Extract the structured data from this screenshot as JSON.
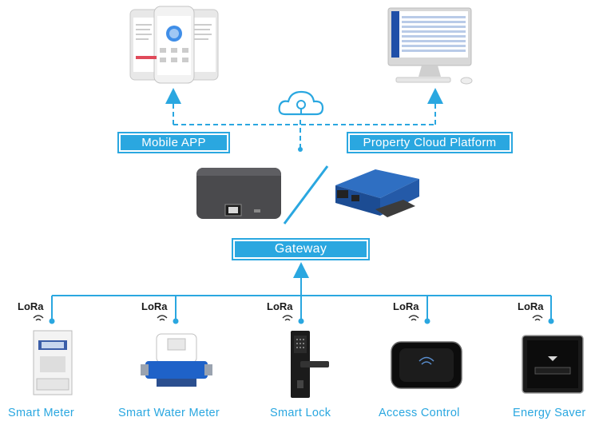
{
  "labels": {
    "mobile_app": "Mobile APP",
    "cloud_platform": "Property Cloud Platform",
    "gateway": "Gateway"
  },
  "devices": [
    {
      "name": "Smart Meter",
      "protocol": "LoRa"
    },
    {
      "name": "Smart Water Meter",
      "protocol": "LoRa"
    },
    {
      "name": "Smart Lock",
      "protocol": "LoRa"
    },
    {
      "name": "Access Control",
      "protocol": "LoRa"
    },
    {
      "name": "Energy Saver",
      "protocol": "LoRa"
    }
  ],
  "colors": {
    "accent": "#2aa7e0",
    "line": "#2aa7e0"
  },
  "icons": [
    "cloud-lock-icon",
    "wifi-signal-icon"
  ]
}
